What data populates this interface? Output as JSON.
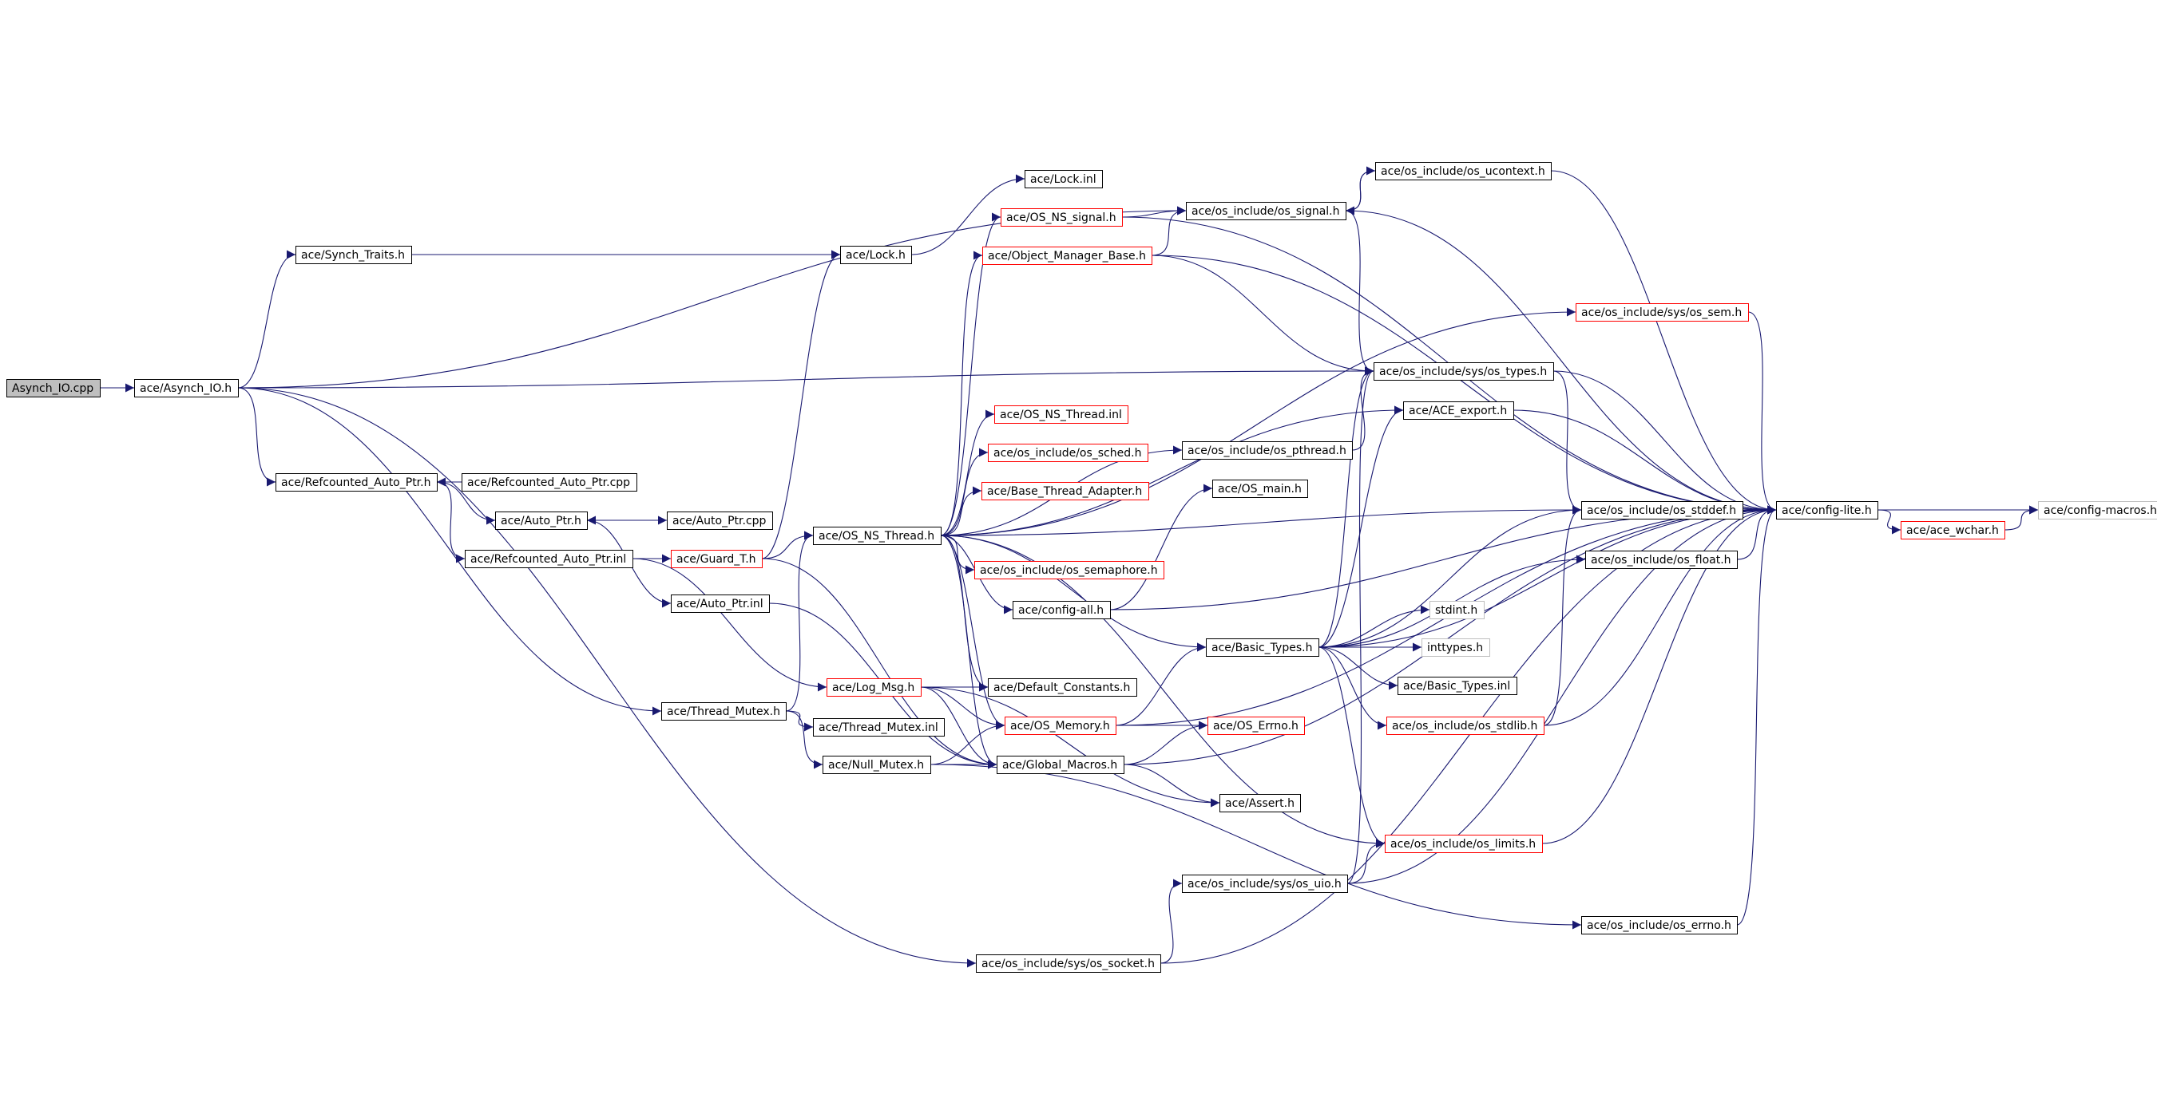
{
  "colors": {
    "edge": "#191970",
    "border_normal": "#000000",
    "border_truncated": "#ff0000",
    "border_external": "#bfbfbf",
    "root_fill": "#bfbfbf",
    "node_fill": "#ffffff"
  },
  "nodes": [
    {
      "id": "asynch_io_cpp",
      "label": "Asynch_IO.cpp",
      "kind": "root"
    },
    {
      "id": "asynch_io_h",
      "label": "ace/Asynch_IO.h",
      "kind": "normal"
    },
    {
      "id": "synch_traits_h",
      "label": "ace/Synch_Traits.h",
      "kind": "normal"
    },
    {
      "id": "lock_h",
      "label": "ace/Lock.h",
      "kind": "normal"
    },
    {
      "id": "lock_inl",
      "label": "ace/Lock.inl",
      "kind": "normal"
    },
    {
      "id": "refc_h",
      "label": "ace/Refcounted_Auto_Ptr.h",
      "kind": "normal"
    },
    {
      "id": "refc_cpp",
      "label": "ace/Refcounted_Auto_Ptr.cpp",
      "kind": "normal"
    },
    {
      "id": "auto_ptr_h",
      "label": "ace/Auto_Ptr.h",
      "kind": "normal"
    },
    {
      "id": "auto_ptr_cpp",
      "label": "ace/Auto_Ptr.cpp",
      "kind": "normal"
    },
    {
      "id": "refc_inl",
      "label": "ace/Refcounted_Auto_Ptr.inl",
      "kind": "normal"
    },
    {
      "id": "guard_t_h",
      "label": "ace/Guard_T.h",
      "kind": "truncated"
    },
    {
      "id": "auto_ptr_inl",
      "label": "ace/Auto_Ptr.inl",
      "kind": "normal"
    },
    {
      "id": "os_ns_thread_h",
      "label": "ace/OS_NS_Thread.h",
      "kind": "normal"
    },
    {
      "id": "os_ns_signal_h",
      "label": "ace/OS_NS_signal.h",
      "kind": "truncated"
    },
    {
      "id": "obj_mgr_base_h",
      "label": "ace/Object_Manager_Base.h",
      "kind": "truncated"
    },
    {
      "id": "os_ns_thread_inl",
      "label": "ace/OS_NS_Thread.inl",
      "kind": "truncated"
    },
    {
      "id": "os_sched_h",
      "label": "ace/os_include/os_sched.h",
      "kind": "truncated"
    },
    {
      "id": "base_thread_adapter_h",
      "label": "ace/Base_Thread_Adapter.h",
      "kind": "truncated"
    },
    {
      "id": "os_semaphore_h",
      "label": "ace/os_include/os_semaphore.h",
      "kind": "truncated"
    },
    {
      "id": "config_all_h",
      "label": "ace/config-all.h",
      "kind": "normal"
    },
    {
      "id": "log_msg_h",
      "label": "ace/Log_Msg.h",
      "kind": "truncated"
    },
    {
      "id": "default_constants_h",
      "label": "ace/Default_Constants.h",
      "kind": "normal"
    },
    {
      "id": "thread_mutex_h",
      "label": "ace/Thread_Mutex.h",
      "kind": "normal"
    },
    {
      "id": "thread_mutex_inl",
      "label": "ace/Thread_Mutex.inl",
      "kind": "normal"
    },
    {
      "id": "os_memory_h",
      "label": "ace/OS_Memory.h",
      "kind": "truncated"
    },
    {
      "id": "null_mutex_h",
      "label": "ace/Null_Mutex.h",
      "kind": "normal"
    },
    {
      "id": "global_macros_h",
      "label": "ace/Global_Macros.h",
      "kind": "normal"
    },
    {
      "id": "os_errno_ace_h",
      "label": "ace/OS_Errno.h",
      "kind": "truncated"
    },
    {
      "id": "assert_h",
      "label": "ace/Assert.h",
      "kind": "normal"
    },
    {
      "id": "os_signal_h",
      "label": "ace/os_include/os_signal.h",
      "kind": "normal"
    },
    {
      "id": "os_ucontext_h",
      "label": "ace/os_include/os_ucontext.h",
      "kind": "normal"
    },
    {
      "id": "sys_os_sem_h",
      "label": "ace/os_include/sys/os_sem.h",
      "kind": "truncated"
    },
    {
      "id": "sys_os_types_h",
      "label": "ace/os_include/sys/os_types.h",
      "kind": "normal"
    },
    {
      "id": "ace_export_h",
      "label": "ace/ACE_export.h",
      "kind": "normal"
    },
    {
      "id": "os_pthread_h",
      "label": "ace/os_include/os_pthread.h",
      "kind": "normal"
    },
    {
      "id": "os_main_h",
      "label": "ace/OS_main.h",
      "kind": "normal"
    },
    {
      "id": "os_stddef_h",
      "label": "ace/os_include/os_stddef.h",
      "kind": "normal"
    },
    {
      "id": "os_float_h",
      "label": "ace/os_include/os_float.h",
      "kind": "normal"
    },
    {
      "id": "basic_types_h",
      "label": "ace/Basic_Types.h",
      "kind": "normal"
    },
    {
      "id": "stdint_h",
      "label": "stdint.h",
      "kind": "external"
    },
    {
      "id": "inttypes_h",
      "label": "inttypes.h",
      "kind": "external"
    },
    {
      "id": "basic_types_inl",
      "label": "ace/Basic_Types.inl",
      "kind": "normal"
    },
    {
      "id": "os_stdlib_h",
      "label": "ace/os_include/os_stdlib.h",
      "kind": "truncated"
    },
    {
      "id": "os_limits_h",
      "label": "ace/os_include/os_limits.h",
      "kind": "truncated"
    },
    {
      "id": "sys_os_uio_h",
      "label": "ace/os_include/sys/os_uio.h",
      "kind": "normal"
    },
    {
      "id": "os_errno_h",
      "label": "ace/os_include/os_errno.h",
      "kind": "normal"
    },
    {
      "id": "sys_os_socket_h",
      "label": "ace/os_include/sys/os_socket.h",
      "kind": "normal"
    },
    {
      "id": "config_lite_h",
      "label": "ace/config-lite.h",
      "kind": "normal"
    },
    {
      "id": "ace_wchar_h",
      "label": "ace/ace_wchar.h",
      "kind": "truncated"
    },
    {
      "id": "config_macros_h",
      "label": "ace/config-macros.h",
      "kind": "external"
    }
  ],
  "edges": [
    [
      "asynch_io_cpp",
      "asynch_io_h"
    ],
    [
      "asynch_io_h",
      "synch_traits_h"
    ],
    [
      "asynch_io_h",
      "os_signal_h"
    ],
    [
      "asynch_io_h",
      "sys_os_types_h"
    ],
    [
      "asynch_io_h",
      "refc_h"
    ],
    [
      "asynch_io_h",
      "thread_mutex_h"
    ],
    [
      "asynch_io_h",
      "sys_os_socket_h"
    ],
    [
      "synch_traits_h",
      "lock_h"
    ],
    [
      "lock_h",
      "lock_inl"
    ],
    [
      "refc_h",
      "auto_ptr_h"
    ],
    [
      "refc_h",
      "refc_inl"
    ],
    [
      "refc_cpp",
      "refc_h"
    ],
    [
      "auto_ptr_h",
      "auto_ptr_cpp"
    ],
    [
      "auto_ptr_cpp",
      "auto_ptr_h"
    ],
    [
      "auto_ptr_h",
      "auto_ptr_inl"
    ],
    [
      "refc_inl",
      "guard_t_h"
    ],
    [
      "refc_inl",
      "log_msg_h"
    ],
    [
      "guard_t_h",
      "lock_h"
    ],
    [
      "guard_t_h",
      "os_ns_thread_h"
    ],
    [
      "guard_t_h",
      "global_macros_h"
    ],
    [
      "auto_ptr_inl",
      "global_macros_h"
    ],
    [
      "thread_mutex_h",
      "os_ns_thread_h"
    ],
    [
      "thread_mutex_h",
      "thread_mutex_inl"
    ],
    [
      "thread_mutex_h",
      "null_mutex_h"
    ],
    [
      "os_ns_thread_h",
      "os_ns_signal_h"
    ],
    [
      "os_ns_thread_h",
      "obj_mgr_base_h"
    ],
    [
      "os_ns_thread_h",
      "ace_export_h"
    ],
    [
      "os_ns_thread_h",
      "os_ns_thread_inl"
    ],
    [
      "os_ns_thread_h",
      "os_sched_h"
    ],
    [
      "os_ns_thread_h",
      "base_thread_adapter_h"
    ],
    [
      "os_ns_thread_h",
      "os_pthread_h"
    ],
    [
      "os_ns_thread_h",
      "os_semaphore_h"
    ],
    [
      "os_ns_thread_h",
      "config_all_h"
    ],
    [
      "os_ns_thread_h",
      "basic_types_h"
    ],
    [
      "os_ns_thread_h",
      "default_constants_h"
    ],
    [
      "os_ns_thread_h",
      "os_memory_h"
    ],
    [
      "os_ns_thread_h",
      "global_macros_h"
    ],
    [
      "os_ns_thread_h",
      "os_limits_h"
    ],
    [
      "os_ns_thread_h",
      "os_stddef_h"
    ],
    [
      "os_ns_thread_h",
      "sys_os_sem_h"
    ],
    [
      "os_ns_signal_h",
      "os_signal_h"
    ],
    [
      "os_ns_signal_h",
      "config_lite_h"
    ],
    [
      "obj_mgr_base_h",
      "os_signal_h"
    ],
    [
      "obj_mgr_base_h",
      "sys_os_types_h"
    ],
    [
      "obj_mgr_base_h",
      "config_lite_h"
    ],
    [
      "os_signal_h",
      "os_ucontext_h"
    ],
    [
      "os_ucontext_h",
      "os_signal_h"
    ],
    [
      "os_signal_h",
      "sys_os_types_h"
    ],
    [
      "os_signal_h",
      "config_lite_h"
    ],
    [
      "os_ucontext_h",
      "config_lite_h"
    ],
    [
      "sys_os_sem_h",
      "config_lite_h"
    ],
    [
      "sys_os_types_h",
      "config_lite_h"
    ],
    [
      "sys_os_types_h",
      "os_stddef_h"
    ],
    [
      "ace_export_h",
      "config_lite_h"
    ],
    [
      "os_pthread_h",
      "sys_os_types_h"
    ],
    [
      "config_all_h",
      "os_main_h"
    ],
    [
      "config_all_h",
      "config_lite_h"
    ],
    [
      "os_stddef_h",
      "config_lite_h"
    ],
    [
      "os_float_h",
      "config_lite_h"
    ],
    [
      "basic_types_h",
      "sys_os_types_h"
    ],
    [
      "basic_types_h",
      "ace_export_h"
    ],
    [
      "basic_types_h",
      "os_stddef_h"
    ],
    [
      "basic_types_h",
      "os_float_h"
    ],
    [
      "basic_types_h",
      "stdint_h"
    ],
    [
      "basic_types_h",
      "inttypes_h"
    ],
    [
      "basic_types_h",
      "basic_types_inl"
    ],
    [
      "basic_types_h",
      "os_stdlib_h"
    ],
    [
      "basic_types_h",
      "os_limits_h"
    ],
    [
      "basic_types_h",
      "config_lite_h"
    ],
    [
      "os_stdlib_h",
      "os_stddef_h"
    ],
    [
      "os_stdlib_h",
      "config_lite_h"
    ],
    [
      "log_msg_h",
      "default_constants_h"
    ],
    [
      "log_msg_h",
      "os_memory_h"
    ],
    [
      "log_msg_h",
      "global_macros_h"
    ],
    [
      "log_msg_h",
      "assert_h"
    ],
    [
      "null_mutex_h",
      "os_memory_h"
    ],
    [
      "null_mutex_h",
      "global_macros_h"
    ],
    [
      "null_mutex_h",
      "os_errno_h"
    ],
    [
      "os_memory_h",
      "basic_types_h"
    ],
    [
      "os_memory_h",
      "os_errno_ace_h"
    ],
    [
      "os_memory_h",
      "config_lite_h"
    ],
    [
      "global_macros_h",
      "os_errno_ace_h"
    ],
    [
      "global_macros_h",
      "assert_h"
    ],
    [
      "global_macros_h",
      "config_lite_h"
    ],
    [
      "os_limits_h",
      "config_lite_h"
    ],
    [
      "sys_os_uio_h",
      "sys_os_types_h"
    ],
    [
      "sys_os_uio_h",
      "os_limits_h"
    ],
    [
      "sys_os_uio_h",
      "config_lite_h"
    ],
    [
      "os_errno_h",
      "config_lite_h"
    ],
    [
      "sys_os_socket_h",
      "sys_os_uio_h"
    ],
    [
      "sys_os_socket_h",
      "config_lite_h"
    ],
    [
      "config_lite_h",
      "ace_wchar_h"
    ],
    [
      "config_lite_h",
      "config_macros_h"
    ],
    [
      "ace_wchar_h",
      "config_macros_h"
    ]
  ]
}
